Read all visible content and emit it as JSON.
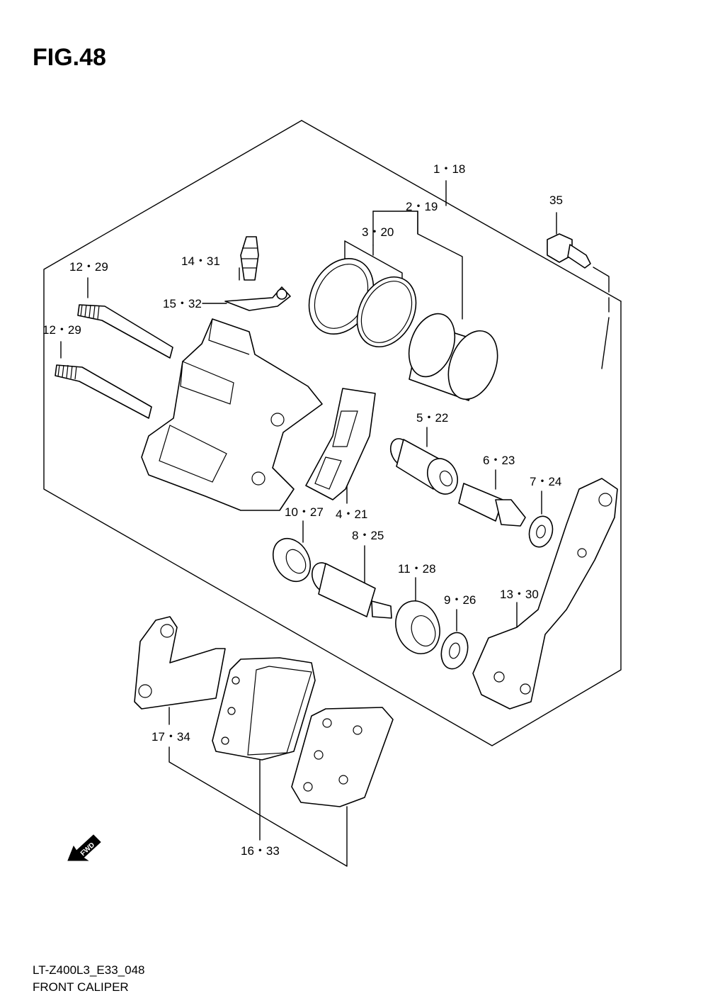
{
  "figure": {
    "title": "FIG.48"
  },
  "callouts": [
    {
      "id": "1-18",
      "label": "1・18"
    },
    {
      "id": "2-19",
      "label": "2・19"
    },
    {
      "id": "3-20",
      "label": "3・20"
    },
    {
      "id": "35",
      "label": "35"
    },
    {
      "id": "14-31",
      "label": "14・31"
    },
    {
      "id": "12-29a",
      "label": "12・29"
    },
    {
      "id": "15-32",
      "label": "15・32"
    },
    {
      "id": "12-29b",
      "label": "12・29"
    },
    {
      "id": "5-22",
      "label": "5・22"
    },
    {
      "id": "6-23",
      "label": "6・23"
    },
    {
      "id": "7-24",
      "label": "7・24"
    },
    {
      "id": "10-27",
      "label": "10・27"
    },
    {
      "id": "4-21",
      "label": "4・21"
    },
    {
      "id": "8-25",
      "label": "8・25"
    },
    {
      "id": "11-28",
      "label": "11・28"
    },
    {
      "id": "9-26",
      "label": "9・26"
    },
    {
      "id": "13-30",
      "label": "13・30"
    },
    {
      "id": "17-34",
      "label": "17・34"
    },
    {
      "id": "16-33",
      "label": "16・33"
    }
  ],
  "direction_marker": {
    "text": "FWD",
    "icon": "fwd-arrow-icon"
  },
  "footer": {
    "code": "LT-Z400L3_E33_048",
    "name": "FRONT CALIPER"
  }
}
